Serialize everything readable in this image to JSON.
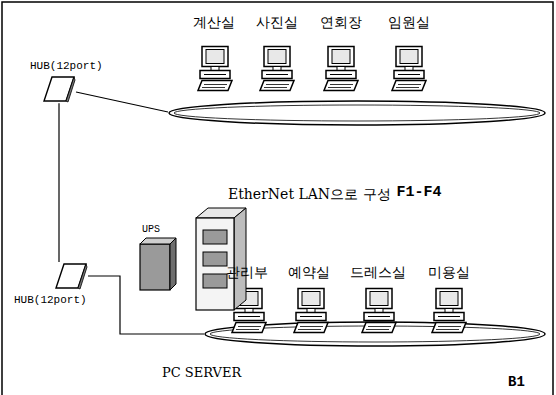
{
  "diagram": {
    "nodes": [
      {
        "text": [
          "HUB(12port)"
        ]
      },
      {
        "text": [
          "HUB(12port)"
        ]
      }
    ],
    "edges": [
      {
        "from": 0,
        "to": 1,
        "arrow": "none"
      }
    ],
    "labels": [
      "계산실",
      "사진실",
      "연회장",
      "임원실",
      "UPS",
      "관리부",
      "예약실",
      "드레스실",
      "미용실",
      "EtherNet LAN으로 구성",
      "F1-F4",
      "PC SERVER",
      "B1"
    ]
  }
}
